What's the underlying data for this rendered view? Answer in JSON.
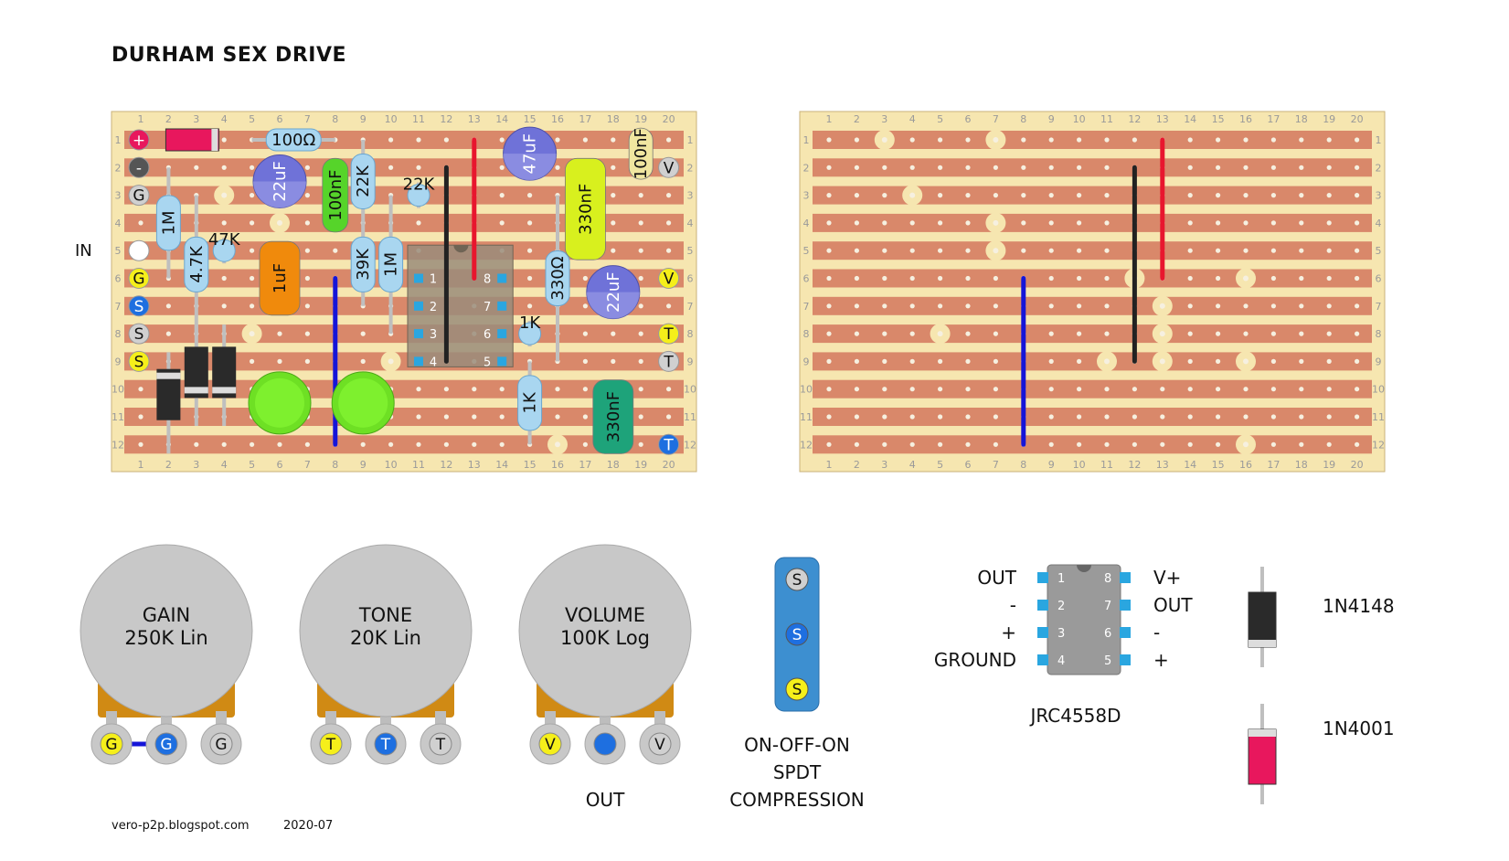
{
  "title": "DURHAM SEX DRIVE",
  "footer": {
    "site": "vero-p2p.blogspot.com",
    "date": "2020-07"
  },
  "board": {
    "col_labels": [
      "1",
      "2",
      "3",
      "4",
      "5",
      "6",
      "7",
      "8",
      "9",
      "10",
      "11",
      "12",
      "13",
      "14",
      "15",
      "16",
      "17",
      "18",
      "19",
      "20"
    ],
    "row_labels": [
      "1",
      "2",
      "3",
      "4",
      "5",
      "6",
      "7",
      "8",
      "9",
      "10",
      "11",
      "12"
    ],
    "in_label": "IN",
    "wire_pads": [
      {
        "label": "+",
        "color": "#e8175d",
        "text_color": "#fff",
        "row": 1
      },
      {
        "label": "-",
        "color": "#555555",
        "text_color": "#fff",
        "row": 2
      },
      {
        "label": "G",
        "color": "#d0d0d0",
        "text_color": "#111",
        "row": 3
      },
      {
        "label": "",
        "color": "#ffffff",
        "text_color": "#111",
        "row": 5
      },
      {
        "label": "G",
        "color": "#f5ef1a",
        "text_color": "#111",
        "row": 6
      },
      {
        "label": "S",
        "color": "#1e6fe0",
        "text_color": "#fff",
        "row": 7
      },
      {
        "label": "S",
        "color": "#d0d0d0",
        "text_color": "#111",
        "row": 8
      },
      {
        "label": "S",
        "color": "#f5ef1a",
        "text_color": "#111",
        "row": 9
      }
    ],
    "right_pads": [
      {
        "label": "V",
        "color": "#d0d0d0",
        "text_color": "#111",
        "row": 2
      },
      {
        "label": "V",
        "color": "#f5ef1a",
        "text_color": "#111",
        "row": 6
      },
      {
        "label": "T",
        "color": "#f5ef1a",
        "text_color": "#111",
        "row": 8
      },
      {
        "label": "T",
        "color": "#d0d0d0",
        "text_color": "#111",
        "row": 9
      },
      {
        "label": "T",
        "color": "#1e6fe0",
        "text_color": "#fff",
        "row": 12
      }
    ],
    "resistors": [
      {
        "label": "100Ω",
        "orient": "h",
        "row": 1,
        "c1": 5,
        "c2": 8
      },
      {
        "label": "1M",
        "orient": "v",
        "col": 2,
        "r1": 2,
        "r2": 6
      },
      {
        "label": "22K",
        "orient": "v",
        "col": 9,
        "r1": 1,
        "r2": 4
      },
      {
        "label": "4.7K",
        "orient": "v",
        "col": 3,
        "r1": 3,
        "r2": 8
      },
      {
        "label": "39K",
        "orient": "v",
        "col": 9,
        "r1": 4,
        "r2": 7
      },
      {
        "label": "1M",
        "orient": "v",
        "col": 10,
        "r1": 3,
        "r2": 8
      },
      {
        "label": "330Ω",
        "orient": "v",
        "col": 16,
        "r1": 3,
        "r2": 9
      },
      {
        "label": "1K",
        "orient": "v",
        "col": 15,
        "r1": 9,
        "r2": 12
      }
    ],
    "standing_resistors": [
      {
        "label": "22K",
        "col": 11,
        "row": 3
      },
      {
        "label": "47K",
        "col": 4,
        "row": 5
      },
      {
        "label": "1K",
        "col": 15,
        "row": 8
      }
    ],
    "film_caps": [
      {
        "label": "100nF",
        "color": "#56d42a",
        "col": 8,
        "r1": 2,
        "r2": 4
      },
      {
        "label": "330nF",
        "color": "#d8f01e",
        "col": 17,
        "r1": 2,
        "r2": 5
      },
      {
        "label": "1uF",
        "color": "#f08a0c",
        "col": 6,
        "r1": 5,
        "r2": 7
      },
      {
        "label": "330nF",
        "color": "#1ea37a",
        "col": 18,
        "r1": 10,
        "r2": 12
      },
      {
        "label": "100nF",
        "color": "#f0e6a0",
        "col": 19,
        "r1": 1,
        "r2": 2
      }
    ],
    "elec_caps": [
      {
        "label": "22uF",
        "col": 6,
        "row": 2.5
      },
      {
        "label": "47uF",
        "col": 15,
        "row": 1.5
      },
      {
        "label": "22uF",
        "col": 18,
        "row": 6.5
      }
    ],
    "ic_pins": [
      "1",
      "2",
      "3",
      "4",
      "5",
      "6",
      "7",
      "8"
    ],
    "wires": [
      {
        "color": "#e8162e",
        "col": 13,
        "r1": 1,
        "r2": 6
      },
      {
        "color": "#222222",
        "col": 12,
        "r1": 2,
        "r2": 9
      },
      {
        "color": "#1515d8",
        "col": 8,
        "r1": 6,
        "r2": 12
      }
    ],
    "cuts": [
      {
        "col": 4,
        "row": 3
      },
      {
        "col": 6,
        "row": 4
      },
      {
        "col": 9,
        "row": 5
      },
      {
        "col": 5,
        "row": 8
      },
      {
        "col": 10,
        "row": 9
      },
      {
        "col": 16,
        "row": 12
      }
    ]
  },
  "board2": {
    "cuts": [
      {
        "col": 3,
        "row": 1
      },
      {
        "col": 7,
        "row": 1
      },
      {
        "col": 4,
        "row": 3
      },
      {
        "col": 7,
        "row": 4
      },
      {
        "col": 7,
        "row": 5
      },
      {
        "col": 12,
        "row": 6
      },
      {
        "col": 16,
        "row": 6
      },
      {
        "col": 13,
        "row": 7
      },
      {
        "col": 5,
        "row": 8
      },
      {
        "col": 13,
        "row": 8
      },
      {
        "col": 11,
        "row": 9
      },
      {
        "col": 13,
        "row": 9
      },
      {
        "col": 16,
        "row": 9
      },
      {
        "col": 16,
        "row": 12
      }
    ],
    "wires": [
      {
        "color": "#e8162e",
        "col": 13,
        "r1": 1,
        "r2": 6
      },
      {
        "color": "#222222",
        "col": 12,
        "r1": 2,
        "r2": 9
      },
      {
        "color": "#1515d8",
        "col": 8,
        "r1": 6,
        "r2": 12
      }
    ]
  },
  "pots": [
    {
      "name": "GAIN",
      "value": "250K Lin",
      "lugs": [
        {
          "label": "G",
          "color": "#f5ef1a",
          "text": "#111"
        },
        {
          "label": "G",
          "color": "#1e6fe0",
          "text": "#fff"
        },
        {
          "label": "G",
          "color": "#d0d0d0",
          "text": "#111"
        }
      ],
      "link": true
    },
    {
      "name": "TONE",
      "value": "20K Lin",
      "lugs": [
        {
          "label": "T",
          "color": "#f5ef1a",
          "text": "#111"
        },
        {
          "label": "T",
          "color": "#1e6fe0",
          "text": "#fff"
        },
        {
          "label": "T",
          "color": "#d0d0d0",
          "text": "#111"
        }
      ],
      "link": false
    },
    {
      "name": "VOLUME",
      "value": "100K Log",
      "lugs": [
        {
          "label": "V",
          "color": "#f5ef1a",
          "text": "#111"
        },
        {
          "label": "",
          "color": "#1e6fe0",
          "text": "#fff"
        },
        {
          "label": "V",
          "color": "#d0d0d0",
          "text": "#111"
        }
      ],
      "link": false
    }
  ],
  "out_label": "OUT",
  "switch": {
    "lugs": [
      {
        "label": "S",
        "color": "#d0d0d0",
        "text": "#111"
      },
      {
        "label": "S",
        "color": "#1e6fe0",
        "text": "#fff"
      },
      {
        "label": "S",
        "color": "#f5ef1a",
        "text": "#111"
      }
    ],
    "lines": [
      "ON-OFF-ON",
      "SPDT",
      "COMPRESSION"
    ]
  },
  "ic_legend": {
    "left": [
      "OUT",
      "-",
      "+",
      "GROUND"
    ],
    "right": [
      "V+",
      "OUT",
      "-",
      "+"
    ],
    "pins_left": [
      "1",
      "2",
      "3",
      "4"
    ],
    "pins_right": [
      "8",
      "7",
      "6",
      "5"
    ],
    "name": "JRC4558D"
  },
  "diodes": [
    {
      "label": "1N4148",
      "body": "#2a2a2a",
      "band": "#dddddd"
    },
    {
      "label": "1N4001",
      "body": "#e8175d",
      "band": "#dddddd"
    }
  ]
}
